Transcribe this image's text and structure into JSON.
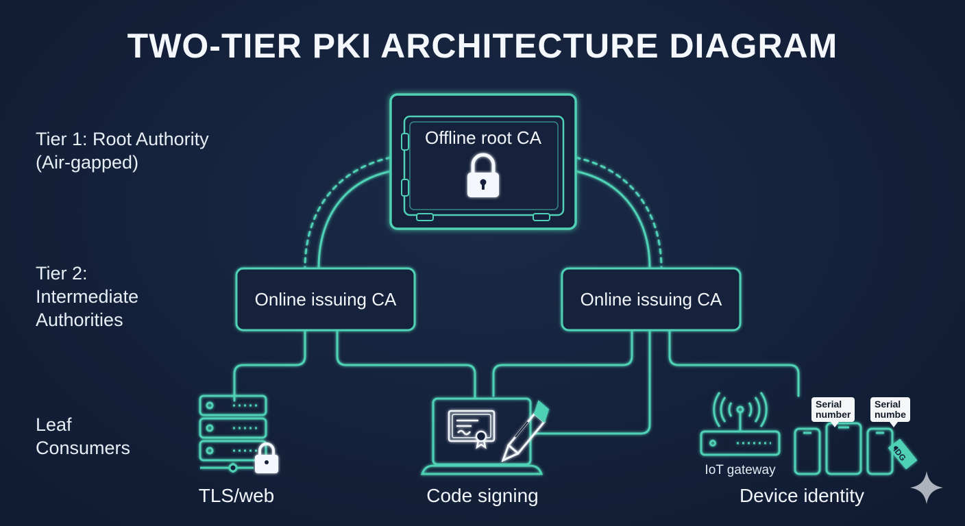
{
  "title": "TWO-TIER PKI ARCHITECTURE DIAGRAM",
  "tiers": [
    {
      "label": "Tier 1: Root Authority\n(Air-gapped)"
    },
    {
      "label": "Tier 2:\nIntermediate\nAuthorities"
    },
    {
      "label": "Leaf\nConsumers"
    }
  ],
  "root_ca": {
    "label": "Offline root CA",
    "icon": "padlock-icon"
  },
  "issuing_cas": [
    {
      "label": "Online issuing CA"
    },
    {
      "label": "Online issuing CA"
    }
  ],
  "consumers": [
    {
      "label": "TLS/web",
      "icon": "server-rack-with-padlock-icon"
    },
    {
      "label": "Code signing",
      "icon": "laptop-certificate-pen-icon"
    },
    {
      "label": "Device identity",
      "icon": "devices-icon"
    }
  ],
  "device_group": {
    "gateway_label": "IoT gateway",
    "serial_bubbles": [
      {
        "line1": "Serial",
        "line2": "number"
      },
      {
        "line1": "Serial",
        "line2": "numbe"
      }
    ],
    "tag_text": "IDG"
  },
  "colors": {
    "background": "#14213a",
    "accent": "#4fd1b5",
    "text": "#eef3f8"
  }
}
